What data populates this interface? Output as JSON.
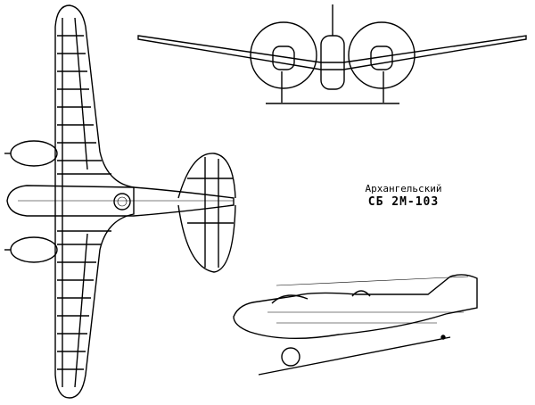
{
  "caption": {
    "designer": "Архангельский",
    "model": "СБ 2М-103"
  },
  "views": [
    "top-view",
    "front-view",
    "side-view"
  ]
}
